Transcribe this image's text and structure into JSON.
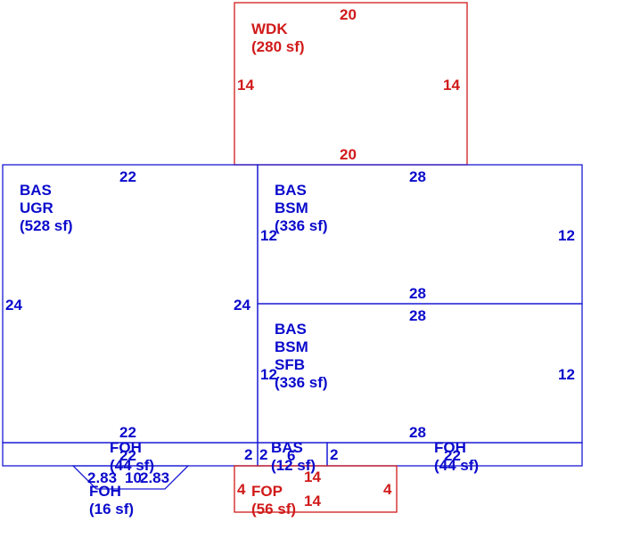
{
  "colors": {
    "living_area": "#0a0acc",
    "exterior": "#d11a1a"
  },
  "areas": {
    "wdk": {
      "code": "WDK",
      "area": "(280 sf)",
      "dims": {
        "top": "20",
        "bottom": "20",
        "left": "14",
        "right": "14"
      }
    },
    "bas_ugr": {
      "code": "BAS",
      "sub": "UGR",
      "area": "(528 sf)",
      "dims": {
        "top": "22",
        "bottom": "22",
        "left": "24",
        "right": "24"
      }
    },
    "bas_bsm": {
      "code": "BAS",
      "sub": "BSM",
      "area": "(336 sf)",
      "dims": {
        "top": "28",
        "bottom": "28",
        "left": "12",
        "right": "12"
      }
    },
    "bas_bsm_sfb": {
      "code": "BAS",
      "sub": "BSM",
      "sub2": "SFB",
      "area": "(336 sf)",
      "dims": {
        "top": "28",
        "bottom": "28",
        "left": "12",
        "right": "12"
      }
    },
    "foh_left": {
      "code": "FOH",
      "area": "(44 sf)",
      "dims": {
        "top": "22",
        "right": "2"
      }
    },
    "bas_small": {
      "code": "BAS",
      "area": "(12 sf)",
      "dims": {
        "left": "2",
        "top": "6",
        "right": "2"
      }
    },
    "foh_right": {
      "code": "FOH",
      "area": "(44 sf)",
      "dims": {
        "top": "22"
      }
    },
    "foh_small": {
      "code": "FOH",
      "area": "(16 sf)",
      "dims": {
        "left": "2.83",
        "top": "10",
        "right": "2.83"
      }
    },
    "fop": {
      "code": "FOP",
      "area": "(56 sf)",
      "dims": {
        "top": "14",
        "bottom": "14",
        "left": "4",
        "right": "4"
      }
    }
  }
}
